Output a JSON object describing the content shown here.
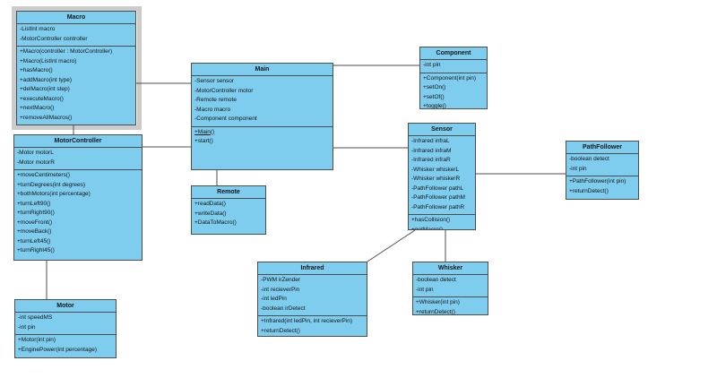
{
  "diagram": {
    "type": "uml-class-diagram",
    "colors": {
      "box_fill": "#7ECDEF",
      "box_border": "#4D4D4D",
      "connector": "#4D4D4D",
      "selection_frame": "#CBCBCB",
      "background": "#FFFFFF",
      "text": "#141414"
    },
    "classes": {
      "macro": {
        "name": "Macro",
        "selected": true,
        "attributes": [
          "-ListInt macro",
          "-MotorController controller"
        ],
        "methods": [
          "+Macro(controller : MotorController)",
          "+Macro(ListInt macro)",
          "+hasMacro()",
          "+addMacro(int type)",
          "+delMacro(int step)",
          "+executeMacro()",
          "+nextMacro()",
          "+removeAllMacros()"
        ]
      },
      "motorcontroller": {
        "name": "MotorController",
        "attributes": [
          "-Motor motorL",
          "-Motor motorR"
        ],
        "methods": [
          "+moveCentimeters()",
          "+turnDegrees(int degrees)",
          "+bothMotors(int percentage)",
          "+turnLeft90()",
          "+turnRight90()",
          "+moveFront()",
          "+moveBack()",
          "+turnLeft45()",
          "+turnRight45()"
        ]
      },
      "motor": {
        "name": "Motor",
        "attributes": [
          "-int speedMS",
          "-int pin"
        ],
        "methods": [
          "+Motor(int pin)",
          "+EnginePower(int percentage)"
        ]
      },
      "main": {
        "name": "Main",
        "attributes": [
          "-Sensor sensor",
          "-MotorController motor",
          "-Remote remote",
          "-Macro macro",
          "-Component component"
        ],
        "methods": [
          {
            "text": "+Main()",
            "underline": true
          },
          "+start()"
        ]
      },
      "remote": {
        "name": "Remote",
        "attributes": [],
        "methods": [
          "+readData()",
          "+writeData()",
          "+DataToMacro()"
        ]
      },
      "component": {
        "name": "Component",
        "attributes": [
          "-int pin"
        ],
        "methods": [
          "+Component(int pin)",
          "+setOn()",
          "+setOf()",
          "+toggle()"
        ]
      },
      "sensor": {
        "name": "Sensor",
        "attributes": [
          "-Infrared infraL",
          "-Infrared infraM",
          "-Infrared infraR",
          "-Whisker whiskerL",
          "-Whisker whiskerR",
          "-PathFollower pathL",
          "-PathFollower pathM",
          "-PathFollower pathR"
        ],
        "methods": [
          "+hasCollision()",
          "+getMacro()"
        ]
      },
      "pathfollower": {
        "name": "PathFollower",
        "attributes": [
          "-boolean detect",
          "-int pin"
        ],
        "methods": [
          "+PathFollower(int pin)",
          "+returnDetect()"
        ]
      },
      "infrared": {
        "name": "Infrared",
        "attributes": [
          "-PWM irZender",
          "-int recieverPin",
          "-int ledPin",
          "-boolean irDetect"
        ],
        "methods": [
          "+Infrared(int ledPin, int recieverPin)",
          "+returnDetect()"
        ]
      },
      "whisker": {
        "name": "Whisker",
        "attributes": [
          "-boolean detect",
          "-int pin"
        ],
        "methods": [
          "+Whisker(int pin)",
          "+returnDetect()"
        ]
      }
    },
    "connections": [
      {
        "from": "Macro",
        "to": "Main"
      },
      {
        "from": "Macro",
        "to": "MotorController"
      },
      {
        "from": "MotorController",
        "to": "Main"
      },
      {
        "from": "MotorController",
        "to": "Motor"
      },
      {
        "from": "Main",
        "to": "Component"
      },
      {
        "from": "Main",
        "to": "Sensor"
      },
      {
        "from": "Main",
        "to": "Remote"
      },
      {
        "from": "Sensor",
        "to": "PathFollower"
      },
      {
        "from": "Sensor",
        "to": "Infrared"
      },
      {
        "from": "Sensor",
        "to": "Whisker"
      }
    ]
  }
}
